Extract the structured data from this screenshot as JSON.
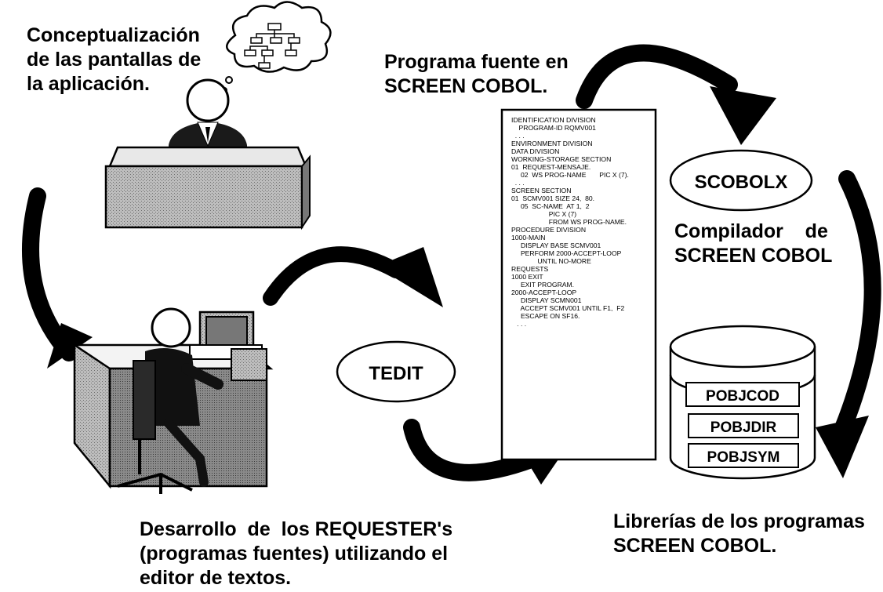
{
  "labels": {
    "concept": [
      "Conceptualización",
      "de las pantallas de",
      "la aplicación."
    ],
    "source": [
      "Programa fuente en",
      "SCREEN COBOL."
    ],
    "compiler": [
      "Compilador    de",
      "SCREEN COBOL"
    ],
    "libraries": [
      "Librerías de los programas",
      "SCREEN COBOL."
    ],
    "develop": [
      "Desarrollo  de  los REQUESTER's",
      "(programas fuentes) utilizando el",
      "editor de textos."
    ]
  },
  "nodes": {
    "tedit": "TEDIT",
    "scobolx": "SCOBOLX"
  },
  "database": {
    "libraries": [
      "POBJCOD",
      "POBJDIR",
      "POBJSYM"
    ]
  },
  "code_listing": [
    "IDENTIFICATION DIVISION",
    "    PROGRAM-ID RQMV001",
    "  . . .",
    "ENVIRONMENT DIVISION",
    "",
    "DATA DIVISION",
    "WORKING-STORAGE SECTION",
    "01  REQUEST-MENSAJE.",
    "     02  WS PROG-NAME       PIC X (7).",
    "  . . .",
    "SCREEN SECTION",
    "01  SCMV001 SIZE 24,  80.",
    "     05  SC-NAME  AT 1,  2",
    "                    PIC X (7)",
    "                    FROM WS PROG-NAME.",
    "",
    "PROCEDURE DIVISION",
    "1000-MAIN",
    "     DISPLAY BASE SCMV001",
    "     PERFORM 2000-ACCEPT-LOOP",
    "              UNTIL NO-MORE",
    "REQUESTS",
    "1000 EXIT",
    "     EXIT PROGRAM.",
    "",
    "2000-ACCEPT-LOOP",
    "     DISPLAY SCMN001",
    "     ACCEPT SCMV001 UNTIL F1,  F2",
    "     ESCAPE ON SF16.",
    "   . . ."
  ],
  "colors": {
    "ink": "#000000",
    "paper": "#ffffff",
    "desk_gray": "#a9a9a9",
    "suit": "#1a1a1a"
  }
}
